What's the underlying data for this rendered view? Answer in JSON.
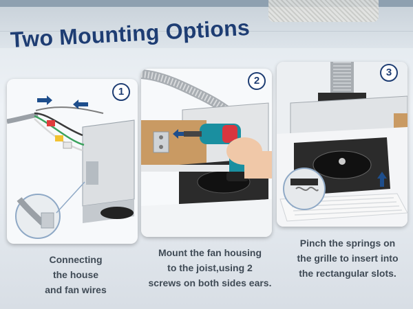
{
  "title": "Two Mounting Options",
  "steps": [
    {
      "number": "1",
      "caption_lines": [
        "Connecting",
        "the house",
        "and fan wires"
      ]
    },
    {
      "number": "2",
      "caption_lines": [
        "Mount the fan housing",
        "to the joist,using 2",
        "screws on both sides ears."
      ]
    },
    {
      "number": "3",
      "caption_lines": [
        "Pinch the springs on",
        "the grille to insert into",
        "the rectangular slots."
      ]
    }
  ],
  "colors": {
    "title": "#1e3d73",
    "caption": "#3f4a55",
    "arrow": "#1e4e8c",
    "drill": "#1a8fa0",
    "wood": "#c99a63"
  }
}
